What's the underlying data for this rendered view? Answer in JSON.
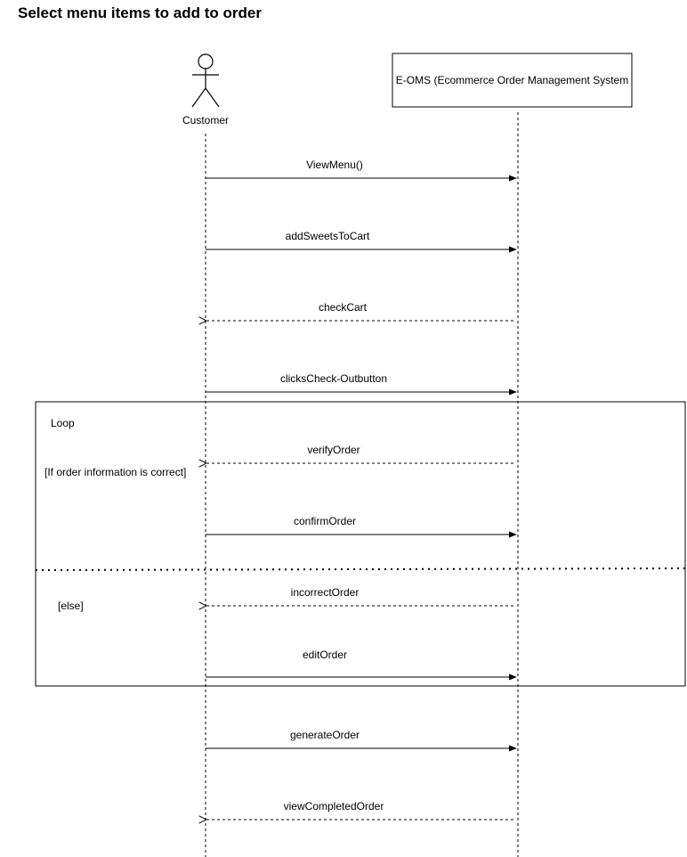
{
  "diagram": {
    "title": "Select menu items to add to order",
    "actor": {
      "label": "Customer"
    },
    "system": {
      "label": "E-OMS (Ecommerce Order Management System"
    },
    "messages": [
      {
        "label": "ViewMenu()",
        "kind": "call"
      },
      {
        "label": "addSweetsToCart",
        "kind": "call"
      },
      {
        "label": "checkCart",
        "kind": "return"
      },
      {
        "label": "clicksCheck-Outbutton",
        "kind": "call"
      },
      {
        "label": "verifyOrder",
        "kind": "return"
      },
      {
        "label": "confirmOrder",
        "kind": "call"
      },
      {
        "label": "incorrectOrder",
        "kind": "return"
      },
      {
        "label": "editOrder",
        "kind": "call"
      },
      {
        "label": "generateOrder",
        "kind": "call"
      },
      {
        "label": "viewCompletedOrder",
        "kind": "return"
      }
    ],
    "fragment": {
      "label": "Loop",
      "guard_if": "[If order information is correct]",
      "guard_else": "[else]"
    }
  }
}
